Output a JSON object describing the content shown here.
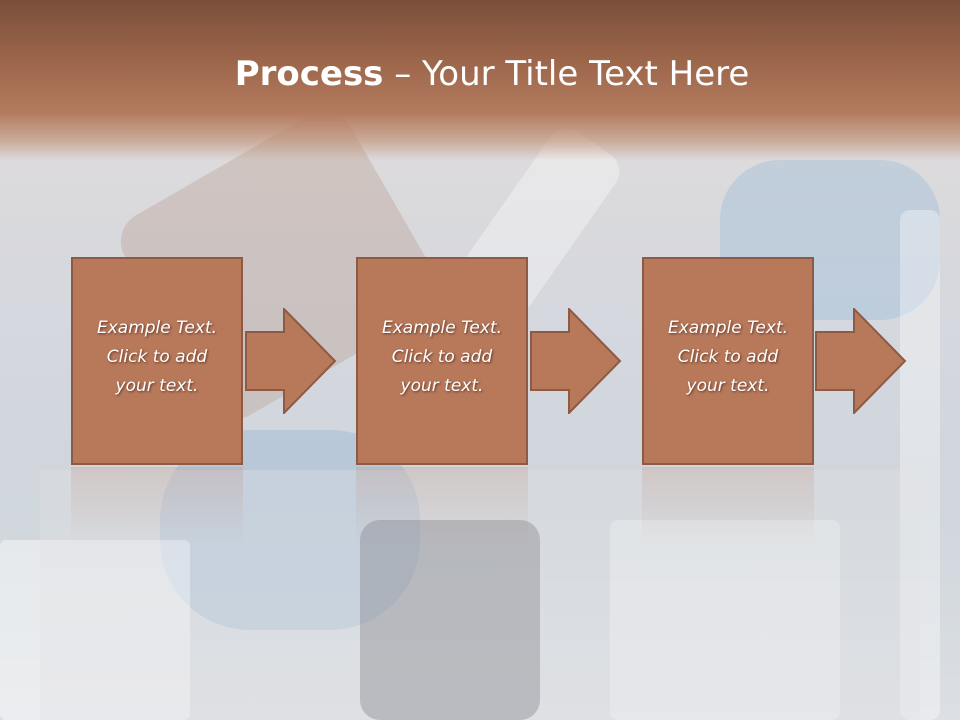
{
  "slide": {
    "title_bold": "Process",
    "title_rest": " – Your Title Text Here"
  },
  "steps": [
    {
      "text": "Example Text.\nClick  to add\nyour text."
    },
    {
      "text": "Example Text.\nClick  to add\nyour text."
    },
    {
      "text": "Example Text.\nClick  to add\nyour text."
    }
  ],
  "theme": {
    "box_color": "#b8785a",
    "box_border": "#8e5a44",
    "header_color": "#9a6449"
  }
}
